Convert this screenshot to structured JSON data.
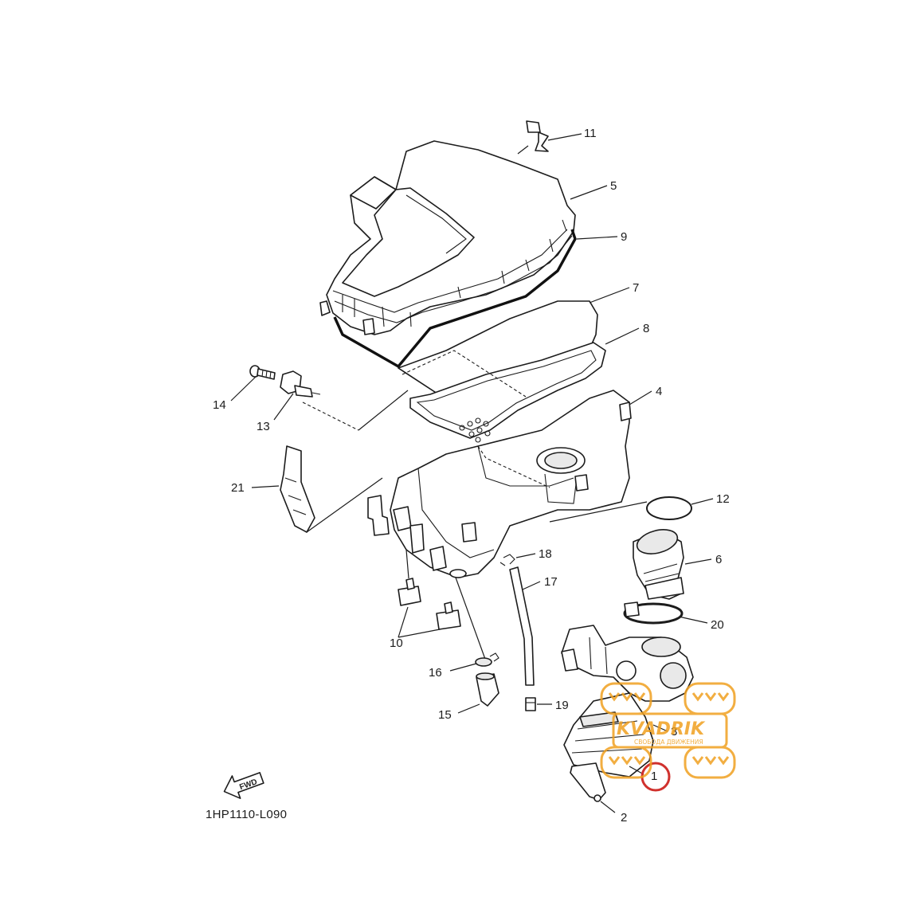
{
  "diagram": {
    "code": "1HP1110-L090",
    "fwd_label": "FWD",
    "callouts": [
      {
        "id": "11",
        "label": "11"
      },
      {
        "id": "5",
        "label": "5"
      },
      {
        "id": "9",
        "label": "9"
      },
      {
        "id": "7",
        "label": "7"
      },
      {
        "id": "8",
        "label": "8"
      },
      {
        "id": "4",
        "label": "4"
      },
      {
        "id": "14",
        "label": "14"
      },
      {
        "id": "13",
        "label": "13"
      },
      {
        "id": "21",
        "label": "21"
      },
      {
        "id": "12",
        "label": "12"
      },
      {
        "id": "6",
        "label": "6"
      },
      {
        "id": "18",
        "label": "18"
      },
      {
        "id": "17",
        "label": "17"
      },
      {
        "id": "20",
        "label": "20"
      },
      {
        "id": "10",
        "label": "10"
      },
      {
        "id": "16",
        "label": "16"
      },
      {
        "id": "19",
        "label": "19"
      },
      {
        "id": "15",
        "label": "15"
      },
      {
        "id": "3",
        "label": "3"
      },
      {
        "id": "1",
        "label": "1"
      },
      {
        "id": "2",
        "label": "2"
      }
    ],
    "highlight": {
      "part": "1",
      "color": "#d0312d"
    },
    "watermark": {
      "brand": "KVADRIK",
      "tagline": "СВОБОДА ДВИЖЕНИЯ",
      "color": "#f0a020"
    }
  }
}
